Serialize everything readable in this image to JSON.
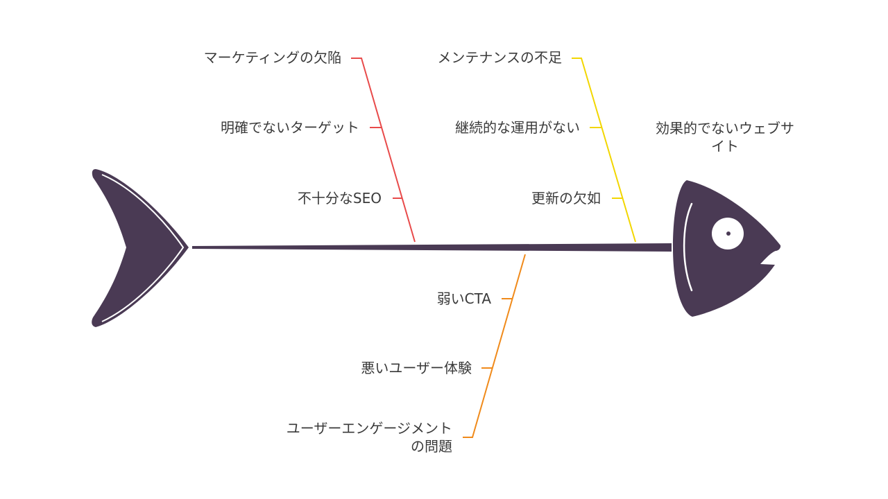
{
  "diagram": {
    "type": "fishbone",
    "effect": "効果的でないウェブサイト",
    "colors": {
      "fish": "#4a3a54",
      "fish_highlight": "#ffffff",
      "text": "#3a3a3a",
      "red": "#e84a4a",
      "yellow": "#f2d600",
      "orange": "#f08a1a"
    },
    "categories": [
      {
        "name": "マーケティングの欠陥",
        "color": "#e84a4a",
        "position": "top",
        "causes": [
          "明確でないターゲット",
          "不十分なSEO"
        ]
      },
      {
        "name": "メンテナンスの不足",
        "color": "#f2d600",
        "position": "top",
        "causes": [
          "継続的な運用がない",
          "更新の欠如"
        ]
      },
      {
        "name": "ユーザーエンゲージメントの問題",
        "color": "#f08a1a",
        "position": "bottom",
        "causes": [
          "弱いCTA",
          "悪いユーザー体験"
        ]
      }
    ]
  }
}
